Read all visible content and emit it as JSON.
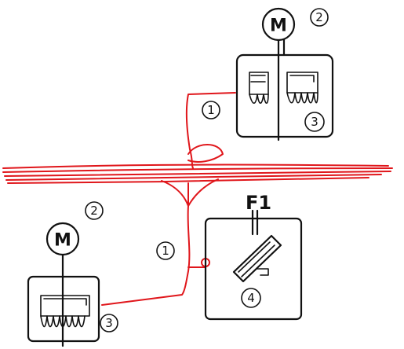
{
  "diagram": {
    "markers": {
      "top_cable_label": "1",
      "top_motor_label": "2",
      "top_fan_label": "3",
      "bottom_cable_label": "1",
      "bottom_motor_label": "2",
      "bottom_fan_label": "3",
      "panel_label": "4"
    },
    "motor_symbol": "M",
    "panel_tag": "F1"
  },
  "colors": {
    "ink": "#111111",
    "cable": "#e0161b",
    "paper": "#ffffff"
  }
}
